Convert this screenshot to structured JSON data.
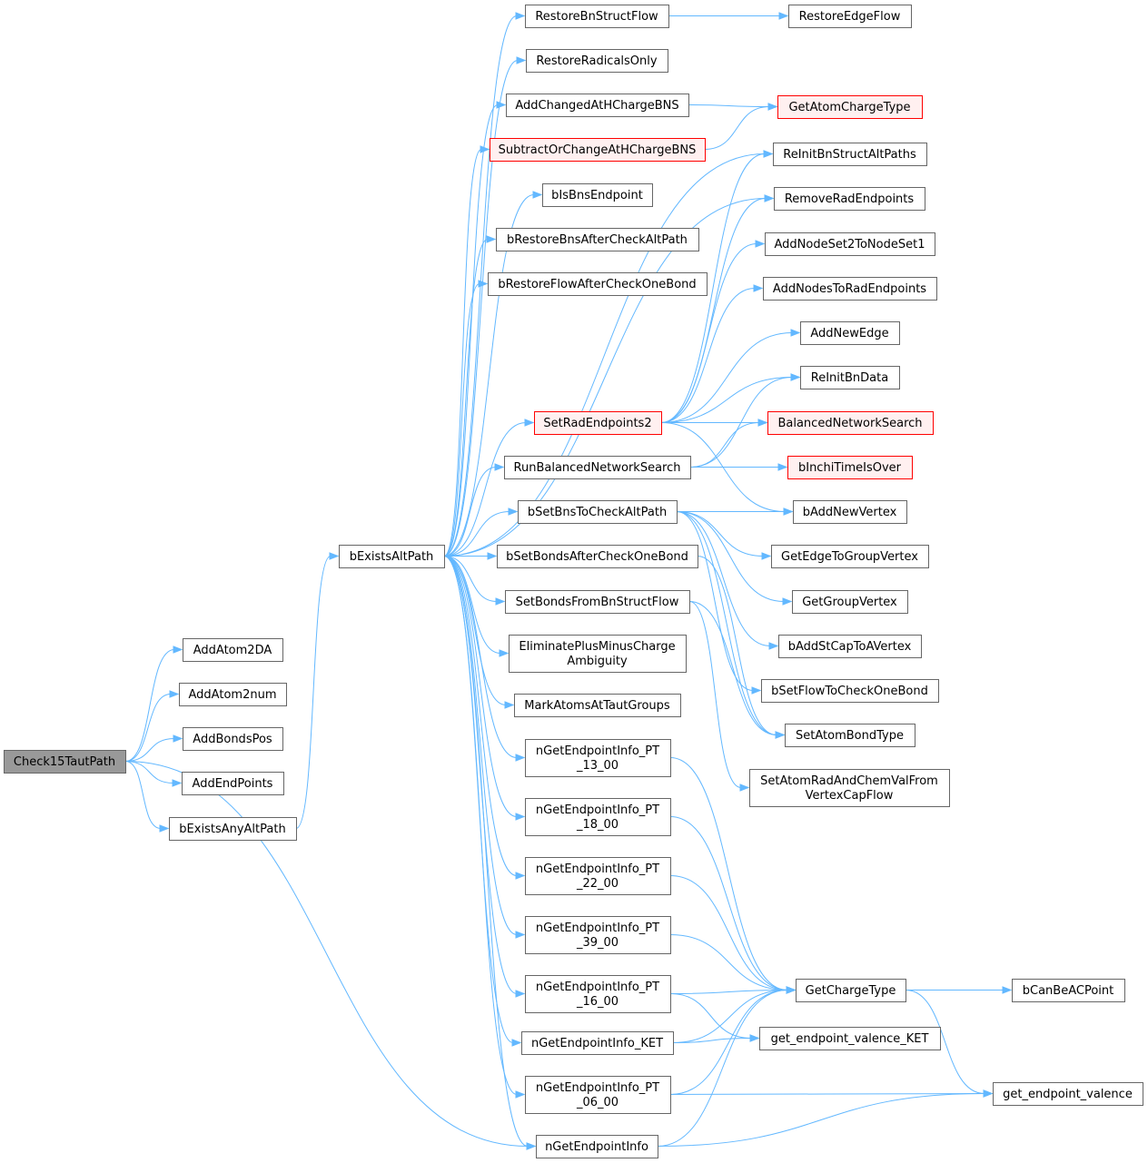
{
  "colors": {
    "edge": "#63b8ff",
    "node_border": "#666666",
    "root_fill": "#999999",
    "red_border": "#ff0000",
    "red_fill": "#fff0f0"
  },
  "nodes": {
    "check15": {
      "lines": [
        "Check15TautPath"
      ],
      "style": "root"
    },
    "addAtom2DA": {
      "lines": [
        "AddAtom2DA"
      ]
    },
    "addAtom2num": {
      "lines": [
        "AddAtom2num"
      ]
    },
    "addBondsPos": {
      "lines": [
        "AddBondsPos"
      ]
    },
    "addEndPoints": {
      "lines": [
        "AddEndPoints"
      ]
    },
    "bExistsAnyAltPath": {
      "lines": [
        "bExistsAnyAltPath"
      ]
    },
    "bExistsAltPath": {
      "lines": [
        "bExistsAltPath"
      ]
    },
    "restoreBnStructFlow": {
      "lines": [
        "RestoreBnStructFlow"
      ]
    },
    "restoreRadicalsOnly": {
      "lines": [
        "RestoreRadicalsOnly"
      ]
    },
    "addChangedAtHChargeBNS": {
      "lines": [
        "AddChangedAtHChargeBNS"
      ]
    },
    "subtractOrChange": {
      "lines": [
        "SubtractOrChangeAtHChargeBNS"
      ],
      "style": "red"
    },
    "bIsBnsEndpoint": {
      "lines": [
        "bIsBnsEndpoint"
      ]
    },
    "bRestoreBnsAfterCheckAltPath": {
      "lines": [
        "bRestoreBnsAfterCheckAltPath"
      ]
    },
    "bRestoreFlowAfterCheckOneBond": {
      "lines": [
        "bRestoreFlowAfterCheckOneBond"
      ]
    },
    "setRadEndpoints2": {
      "lines": [
        "SetRadEndpoints2"
      ],
      "style": "red"
    },
    "runBalancedNetworkSearch": {
      "lines": [
        "RunBalancedNetworkSearch"
      ]
    },
    "bSetBnsToCheckAltPath": {
      "lines": [
        "bSetBnsToCheckAltPath"
      ]
    },
    "bSetBondsAfterCheckOneBond": {
      "lines": [
        "bSetBondsAfterCheckOneBond"
      ]
    },
    "setBondsFromBnStructFlow": {
      "lines": [
        "SetBondsFromBnStructFlow"
      ]
    },
    "eliminatePlusMinus": {
      "lines": [
        "EliminatePlusMinusCharge",
        "Ambiguity"
      ]
    },
    "markAtomsAtTautGroups": {
      "lines": [
        "MarkAtomsAtTautGroups"
      ]
    },
    "nGetEP_13": {
      "lines": [
        "nGetEndpointInfo_PT",
        "_13_00"
      ]
    },
    "nGetEP_18": {
      "lines": [
        "nGetEndpointInfo_PT",
        "_18_00"
      ]
    },
    "nGetEP_22": {
      "lines": [
        "nGetEndpointInfo_PT",
        "_22_00"
      ]
    },
    "nGetEP_39": {
      "lines": [
        "nGetEndpointInfo_PT",
        "_39_00"
      ]
    },
    "nGetEP_16": {
      "lines": [
        "nGetEndpointInfo_PT",
        "_16_00"
      ]
    },
    "nGetEP_KET": {
      "lines": [
        "nGetEndpointInfo_KET"
      ]
    },
    "nGetEP_06": {
      "lines": [
        "nGetEndpointInfo_PT",
        "_06_00"
      ]
    },
    "nGetEndpointInfo": {
      "lines": [
        "nGetEndpointInfo"
      ]
    },
    "restoreEdgeFlow": {
      "lines": [
        "RestoreEdgeFlow"
      ]
    },
    "getAtomChargeType": {
      "lines": [
        "GetAtomChargeType"
      ],
      "style": "red"
    },
    "reInitBnStructAltPaths": {
      "lines": [
        "ReInitBnStructAltPaths"
      ]
    },
    "removeRadEndpoints": {
      "lines": [
        "RemoveRadEndpoints"
      ]
    },
    "addNodeSet2ToNodeSet1": {
      "lines": [
        "AddNodeSet2ToNodeSet1"
      ]
    },
    "addNodesToRadEndpoints": {
      "lines": [
        "AddNodesToRadEndpoints"
      ]
    },
    "addNewEdge": {
      "lines": [
        "AddNewEdge"
      ]
    },
    "reInitBnData": {
      "lines": [
        "ReInitBnData"
      ]
    },
    "balancedNetworkSearch": {
      "lines": [
        "BalancedNetworkSearch"
      ],
      "style": "red"
    },
    "bInchiTimeIsOver": {
      "lines": [
        "bInchiTimeIsOver"
      ],
      "style": "red"
    },
    "bAddNewVertex": {
      "lines": [
        "bAddNewVertex"
      ]
    },
    "getEdgeToGroupVertex": {
      "lines": [
        "GetEdgeToGroupVertex"
      ]
    },
    "getGroupVertex": {
      "lines": [
        "GetGroupVertex"
      ]
    },
    "bAddStCapToAVertex": {
      "lines": [
        "bAddStCapToAVertex"
      ]
    },
    "bSetFlowToCheckOneBond": {
      "lines": [
        "bSetFlowToCheckOneBond"
      ]
    },
    "setAtomBondType": {
      "lines": [
        "SetAtomBondType"
      ]
    },
    "setAtomRadAndChemVal": {
      "lines": [
        "SetAtomRadAndChemValFrom",
        "VertexCapFlow"
      ]
    },
    "getChargeType": {
      "lines": [
        "GetChargeType"
      ]
    },
    "getEndpointValenceKET": {
      "lines": [
        "get_endpoint_valence_KET"
      ]
    },
    "bCanBeACPoint": {
      "lines": [
        "bCanBeACPoint"
      ]
    },
    "getEndpointValence": {
      "lines": [
        "get_endpoint_valence"
      ]
    }
  },
  "edges": [
    [
      "check15",
      "addAtom2DA"
    ],
    [
      "check15",
      "addAtom2num"
    ],
    [
      "check15",
      "addBondsPos"
    ],
    [
      "check15",
      "addEndPoints"
    ],
    [
      "check15",
      "bExistsAnyAltPath"
    ],
    [
      "check15",
      "nGetEndpointInfo"
    ],
    [
      "bExistsAnyAltPath",
      "bExistsAltPath"
    ],
    [
      "bExistsAltPath",
      "restoreBnStructFlow"
    ],
    [
      "bExistsAltPath",
      "restoreRadicalsOnly"
    ],
    [
      "bExistsAltPath",
      "addChangedAtHChargeBNS"
    ],
    [
      "bExistsAltPath",
      "subtractOrChange"
    ],
    [
      "bExistsAltPath",
      "bIsBnsEndpoint"
    ],
    [
      "bExistsAltPath",
      "bRestoreBnsAfterCheckAltPath"
    ],
    [
      "bExistsAltPath",
      "bRestoreFlowAfterCheckOneBond"
    ],
    [
      "bExistsAltPath",
      "reInitBnStructAltPaths"
    ],
    [
      "bExistsAltPath",
      "removeRadEndpoints"
    ],
    [
      "bExistsAltPath",
      "setRadEndpoints2"
    ],
    [
      "bExistsAltPath",
      "runBalancedNetworkSearch"
    ],
    [
      "bExistsAltPath",
      "bSetBnsToCheckAltPath"
    ],
    [
      "bExistsAltPath",
      "bSetBondsAfterCheckOneBond"
    ],
    [
      "bExistsAltPath",
      "setBondsFromBnStructFlow"
    ],
    [
      "bExistsAltPath",
      "eliminatePlusMinus"
    ],
    [
      "bExistsAltPath",
      "markAtomsAtTautGroups"
    ],
    [
      "bExistsAltPath",
      "nGetEP_13"
    ],
    [
      "bExistsAltPath",
      "nGetEP_18"
    ],
    [
      "bExistsAltPath",
      "nGetEP_22"
    ],
    [
      "bExistsAltPath",
      "nGetEP_39"
    ],
    [
      "bExistsAltPath",
      "nGetEP_16"
    ],
    [
      "bExistsAltPath",
      "nGetEP_KET"
    ],
    [
      "bExistsAltPath",
      "nGetEP_06"
    ],
    [
      "bExistsAltPath",
      "nGetEndpointInfo"
    ],
    [
      "restoreBnStructFlow",
      "restoreEdgeFlow"
    ],
    [
      "addChangedAtHChargeBNS",
      "getAtomChargeType"
    ],
    [
      "subtractOrChange",
      "getAtomChargeType"
    ],
    [
      "setRadEndpoints2",
      "reInitBnStructAltPaths"
    ],
    [
      "setRadEndpoints2",
      "removeRadEndpoints"
    ],
    [
      "setRadEndpoints2",
      "addNodeSet2ToNodeSet1"
    ],
    [
      "setRadEndpoints2",
      "addNodesToRadEndpoints"
    ],
    [
      "setRadEndpoints2",
      "addNewEdge"
    ],
    [
      "setRadEndpoints2",
      "reInitBnData"
    ],
    [
      "setRadEndpoints2",
      "balancedNetworkSearch"
    ],
    [
      "setRadEndpoints2",
      "bAddNewVertex"
    ],
    [
      "runBalancedNetworkSearch",
      "reInitBnData"
    ],
    [
      "runBalancedNetworkSearch",
      "balancedNetworkSearch"
    ],
    [
      "runBalancedNetworkSearch",
      "bInchiTimeIsOver"
    ],
    [
      "bSetBnsToCheckAltPath",
      "bAddNewVertex"
    ],
    [
      "bSetBnsToCheckAltPath",
      "getEdgeToGroupVertex"
    ],
    [
      "bSetBnsToCheckAltPath",
      "getGroupVertex"
    ],
    [
      "bSetBnsToCheckAltPath",
      "bAddStCapToAVertex"
    ],
    [
      "bSetBnsToCheckAltPath",
      "bSetFlowToCheckOneBond"
    ],
    [
      "bSetBnsToCheckAltPath",
      "setAtomBondType"
    ],
    [
      "bSetBondsAfterCheckOneBond",
      "setAtomBondType"
    ],
    [
      "setBondsFromBnStructFlow",
      "setAtomBondType"
    ],
    [
      "setBondsFromBnStructFlow",
      "setAtomRadAndChemVal"
    ],
    [
      "nGetEP_13",
      "getChargeType"
    ],
    [
      "nGetEP_18",
      "getChargeType"
    ],
    [
      "nGetEP_22",
      "getChargeType"
    ],
    [
      "nGetEP_39",
      "getChargeType"
    ],
    [
      "nGetEP_16",
      "getChargeType"
    ],
    [
      "nGetEP_16",
      "getEndpointValenceKET"
    ],
    [
      "nGetEP_KET",
      "getChargeType"
    ],
    [
      "nGetEP_KET",
      "getEndpointValenceKET"
    ],
    [
      "nGetEP_06",
      "getChargeType"
    ],
    [
      "nGetEP_06",
      "getEndpointValence"
    ],
    [
      "nGetEndpointInfo",
      "getChargeType"
    ],
    [
      "nGetEndpointInfo",
      "getEndpointValence"
    ],
    [
      "getChargeType",
      "bCanBeACPoint"
    ],
    [
      "getChargeType",
      "getEndpointValence"
    ]
  ]
}
